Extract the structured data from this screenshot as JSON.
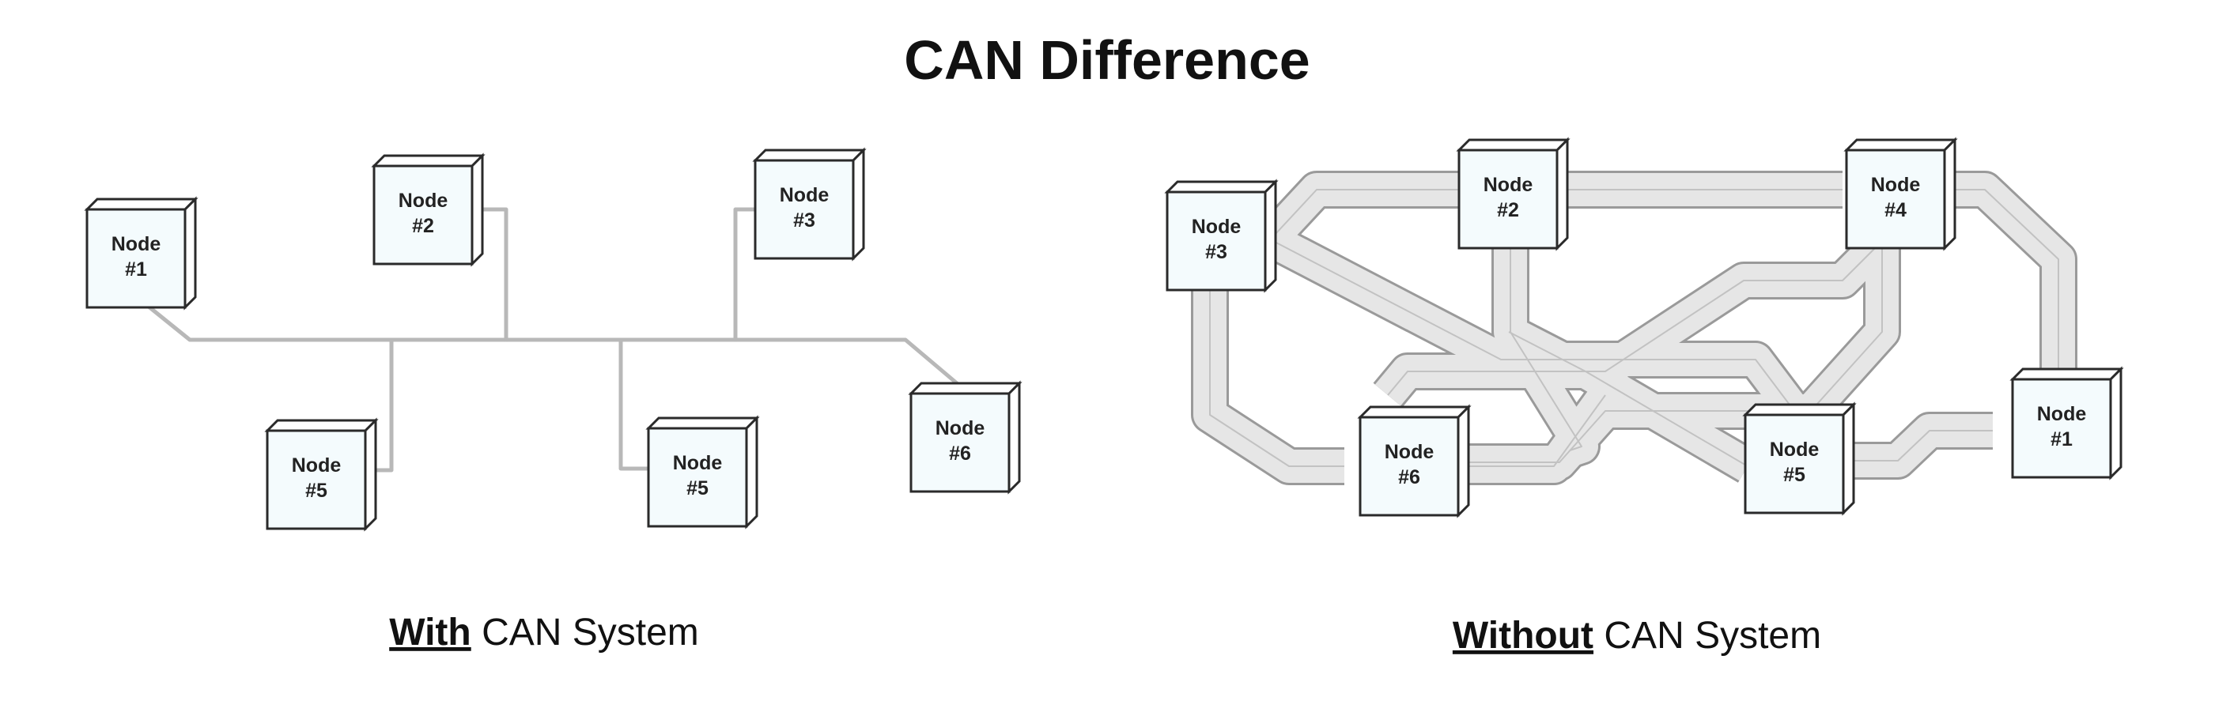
{
  "title": "CAN Difference",
  "left_panel": {
    "caption_emphasis": "With",
    "caption_rest": " CAN System",
    "nodes": [
      {
        "id": "l1",
        "line1": "Node",
        "line2": "#1"
      },
      {
        "id": "l2",
        "line1": "Node",
        "line2": "#2"
      },
      {
        "id": "l3",
        "line1": "Node",
        "line2": "#3"
      },
      {
        "id": "l5a",
        "line1": "Node",
        "line2": "#5"
      },
      {
        "id": "l5b",
        "line1": "Node",
        "line2": "#5"
      },
      {
        "id": "l6",
        "line1": "Node",
        "line2": "#6"
      }
    ]
  },
  "right_panel": {
    "caption_emphasis": "Without",
    "caption_rest": " CAN System",
    "nodes": [
      {
        "id": "r3",
        "line1": "Node",
        "line2": "#3"
      },
      {
        "id": "r2",
        "line1": "Node",
        "line2": "#2"
      },
      {
        "id": "r4",
        "line1": "Node",
        "line2": "#4"
      },
      {
        "id": "r1",
        "line1": "Node",
        "line2": "#1"
      },
      {
        "id": "r6",
        "line1": "Node",
        "line2": "#6"
      },
      {
        "id": "r5",
        "line1": "Node",
        "line2": "#5"
      }
    ]
  },
  "colors": {
    "node_fill": "#f4fbfd",
    "node_stroke": "#2a2a2a",
    "bus": "#b8b8b8",
    "cable_fill": "#e6e6e6"
  }
}
